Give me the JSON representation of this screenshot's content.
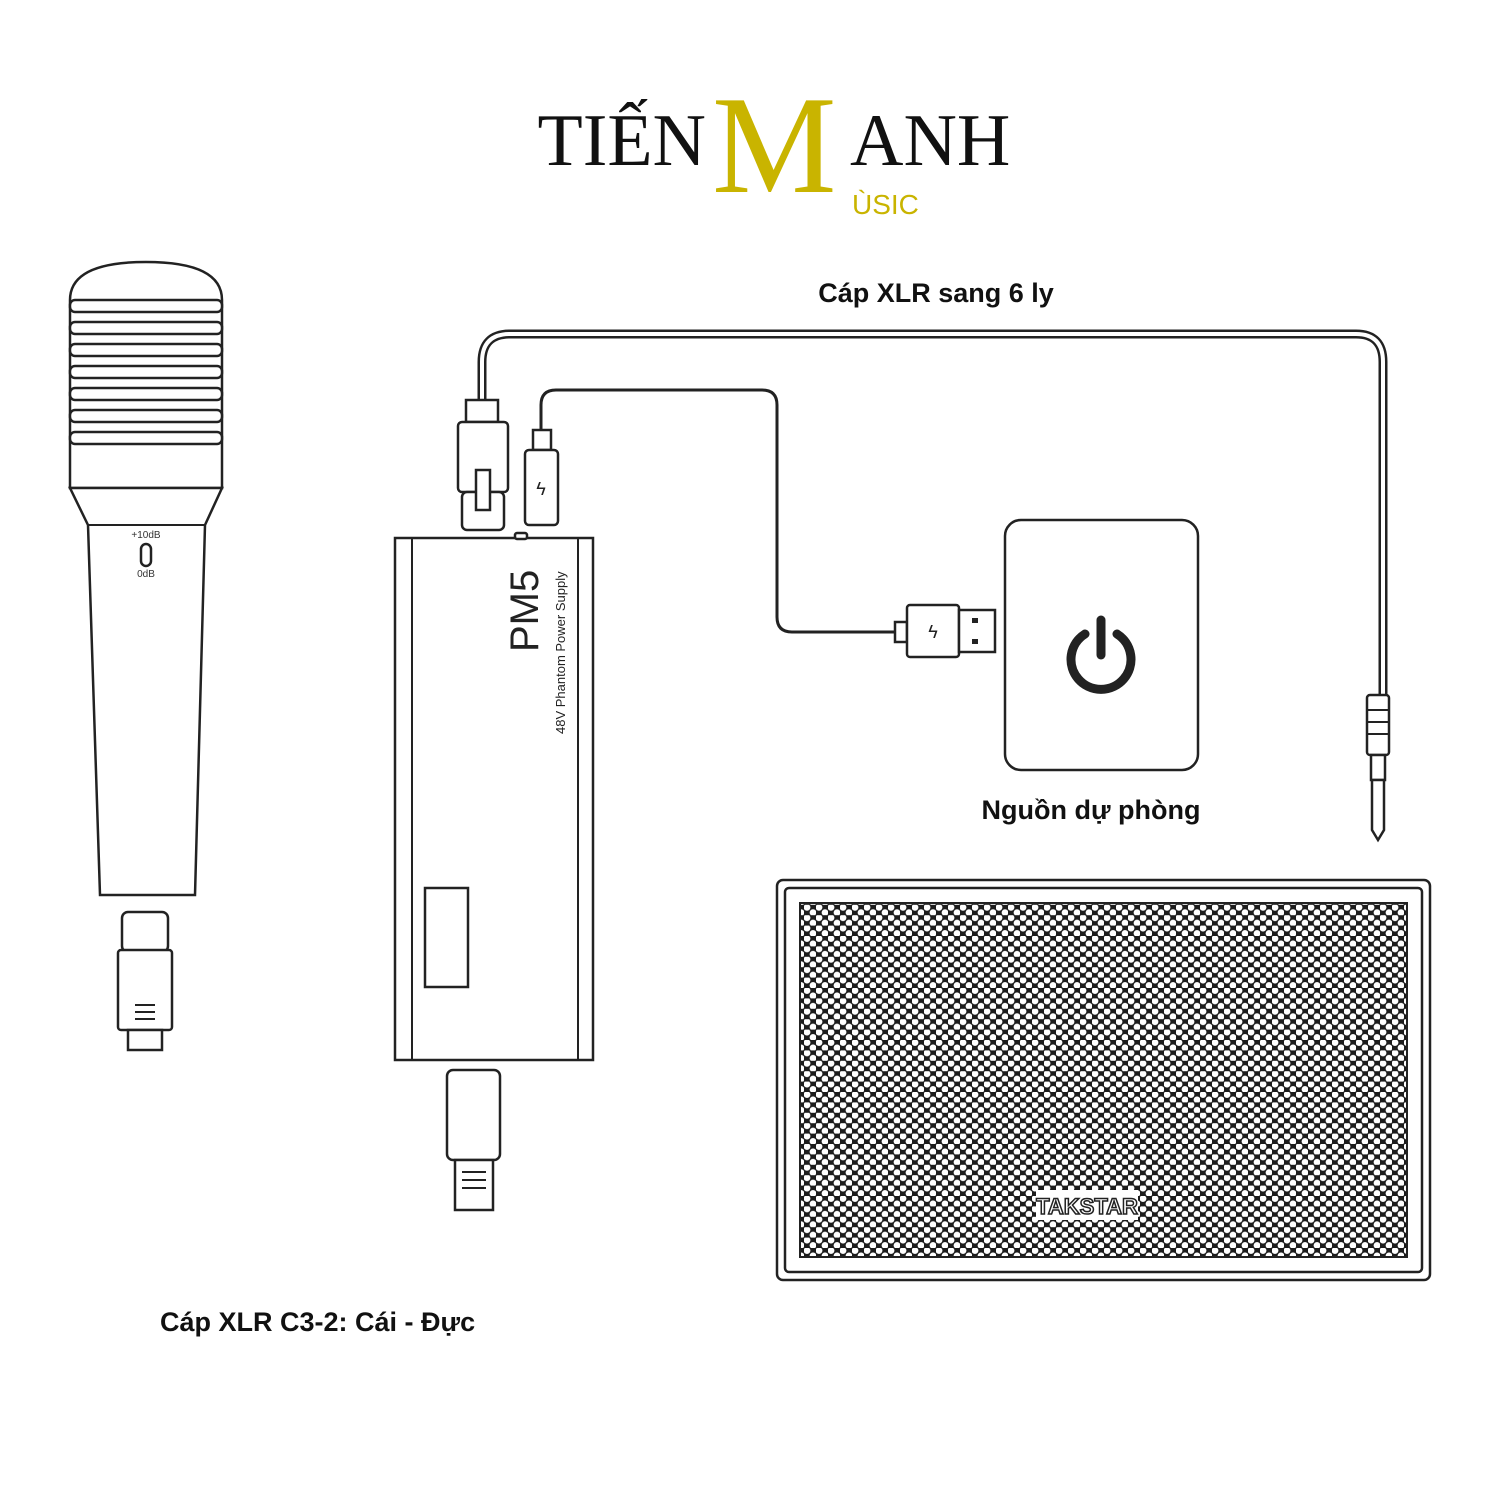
{
  "logo": {
    "part1": "TIẾN",
    "part2": "M",
    "part3": "ANH",
    "part4": "ÙSIC",
    "gold": "#c9b400"
  },
  "labels": {
    "xlr_to_jack": "Cáp XLR sang 6 ly",
    "power_bank": "Nguồn dự phòng",
    "xlr_cable": "Cáp XLR C3-2: Cái - Đực"
  },
  "microphone": {
    "switch_high": "+10dB",
    "switch_low": "0dB"
  },
  "device": {
    "model": "PM5",
    "subtitle": "48V Phantom Power Supply"
  },
  "speaker": {
    "brand": "TAKSTAR"
  }
}
